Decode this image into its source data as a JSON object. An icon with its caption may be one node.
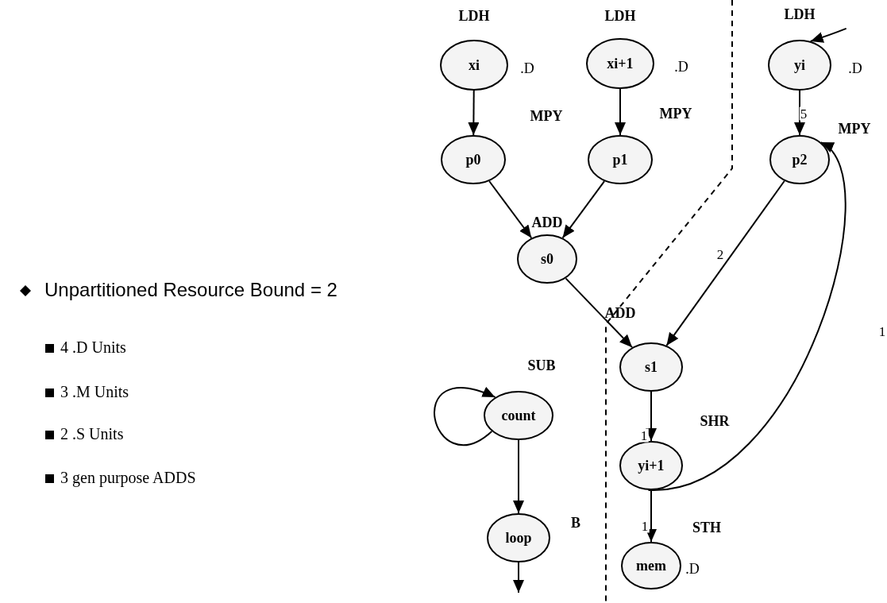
{
  "diagram": {
    "nodes": [
      {
        "text": [
          "xi"
        ],
        "beside": [
          "LDH",
          ".D"
        ]
      },
      {
        "text": [
          "xi+1"
        ],
        "beside": [
          "LDH",
          ".D"
        ]
      },
      {
        "text": [
          "yi"
        ],
        "beside": [
          "LDH",
          ".D"
        ]
      },
      {
        "text": [
          "p0"
        ],
        "beside": [
          "MPY"
        ]
      },
      {
        "text": [
          "p1"
        ],
        "beside": [
          "MPY"
        ]
      },
      {
        "text": [
          "p2"
        ],
        "beside": [
          "MPY"
        ]
      },
      {
        "text": [
          "s0"
        ],
        "beside": [
          "ADD"
        ]
      },
      {
        "text": [
          "s1"
        ],
        "beside": [
          "ADD"
        ]
      },
      {
        "text": [
          "count"
        ],
        "beside": [
          "SUB"
        ]
      },
      {
        "text": [
          "yi+1"
        ],
        "beside": [
          "SHR"
        ]
      },
      {
        "text": [
          "loop"
        ],
        "beside": [
          "B"
        ]
      },
      {
        "text": [
          "mem"
        ],
        "beside": [
          "STH",
          ".D"
        ]
      }
    ],
    "edges": [
      {
        "from": 0,
        "to": 3,
        "arrow": "to"
      },
      {
        "from": 1,
        "to": 4,
        "arrow": "to"
      },
      {
        "from": 2,
        "to": 5,
        "arrow": "to",
        "label": "5"
      },
      {
        "from": 3,
        "to": 6,
        "arrow": "to"
      },
      {
        "from": 4,
        "to": 6,
        "arrow": "to"
      },
      {
        "from": 5,
        "to": 7,
        "arrow": "to",
        "label": "2"
      },
      {
        "from": 6,
        "to": 7,
        "arrow": "to"
      },
      {
        "from": 7,
        "to": 9,
        "arrow": "to",
        "label": "1"
      },
      {
        "from": 9,
        "to": 11,
        "arrow": "to",
        "label": "1"
      },
      {
        "from": 9,
        "to": 5,
        "arrow": "to",
        "label": "1"
      },
      {
        "from": null,
        "to": 2,
        "arrow": "to"
      },
      {
        "from": 8,
        "to": 8,
        "arrow": "to"
      },
      {
        "from": 8,
        "to": 10,
        "arrow": "to"
      },
      {
        "from": 10,
        "to": null,
        "arrow": "to"
      }
    ],
    "labels": [
      "Unpartitioned Resource Bound = 2",
      "4 .D Units",
      "3 .M Units",
      "2 .S Units",
      "3 gen purpose ADDS"
    ]
  }
}
